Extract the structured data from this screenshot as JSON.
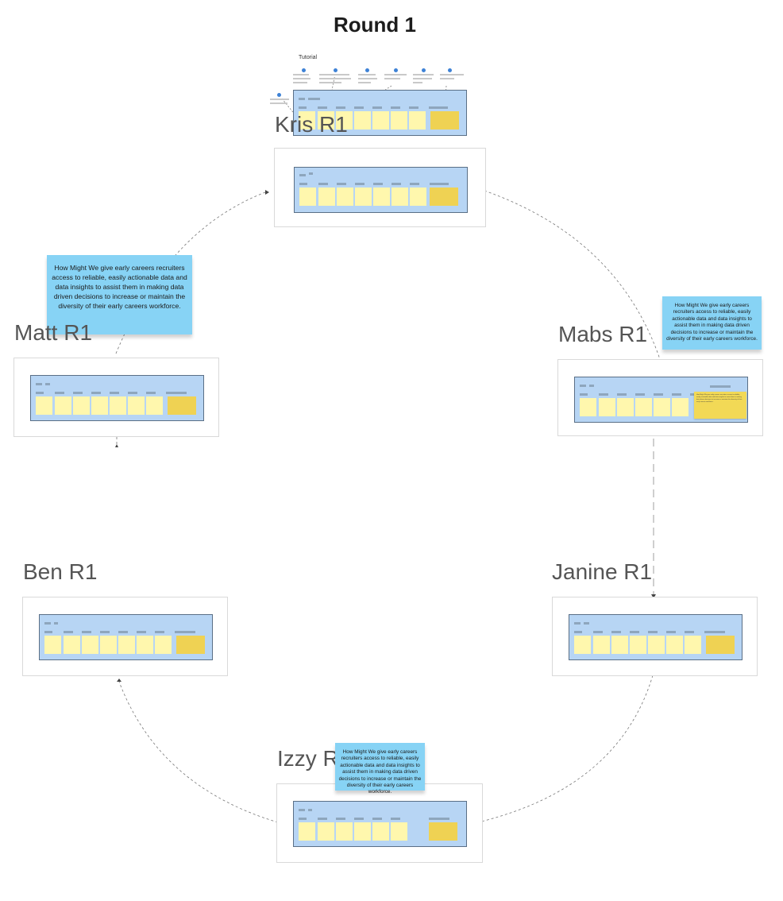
{
  "board": {
    "title": "Round 1"
  },
  "tutorial": {
    "label": "Tutorial"
  },
  "frames": {
    "kris": {
      "label": "Kris R1"
    },
    "matt": {
      "label": "Matt R1"
    },
    "mabs": {
      "label": "Mabs R1"
    },
    "ben": {
      "label": "Ben R1"
    },
    "janine": {
      "label": "Janine R1"
    },
    "izzy": {
      "label": "Izzy R1"
    }
  },
  "stickies": {
    "hmw_text": "How Might We give early careers recruiters access to reliable, easily actionable data and data insights to assist them in making data driven decisions to increase or maintain the diversity of their early careers workforce."
  },
  "colors": {
    "board_fill": "#b7d5f4",
    "cell_fill": "#fff7ad",
    "highlight_cell": "#efd253",
    "sticky_blue": "#87d3f5",
    "dot_blue": "#3e82d6"
  }
}
